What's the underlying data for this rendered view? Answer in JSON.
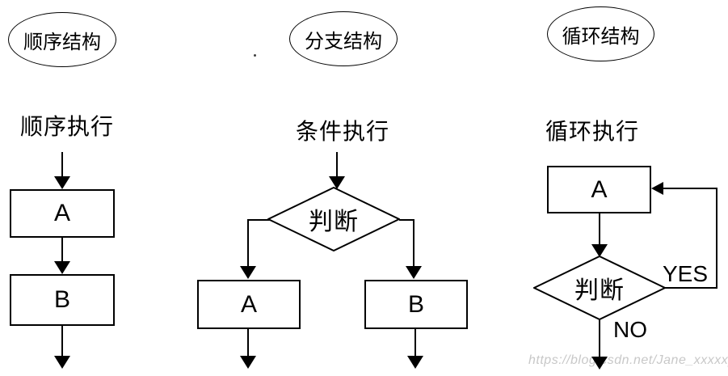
{
  "colors": {
    "background": "#ffffff",
    "line": "#000000",
    "text": "#000000",
    "watermark": "#c8c8c8"
  },
  "columns": [
    {
      "id": "sequence",
      "ellipse_label": "顺序结构",
      "caption": "顺序执行",
      "boxes": [
        {
          "label": "A"
        },
        {
          "label": "B"
        }
      ]
    },
    {
      "id": "branch",
      "ellipse_label": "分支结构",
      "caption": "条件执行",
      "diamond_label": "判断",
      "boxes": [
        {
          "label": "A"
        },
        {
          "label": "B"
        }
      ]
    },
    {
      "id": "loop",
      "ellipse_label": "循环结构",
      "caption": "循环执行",
      "diamond_label": "判断",
      "boxes": [
        {
          "label": "A"
        }
      ],
      "yes_label": "YES",
      "no_label": "NO"
    }
  ],
  "watermark": "https://blog.csdn.net/Jane_xxxxxy"
}
